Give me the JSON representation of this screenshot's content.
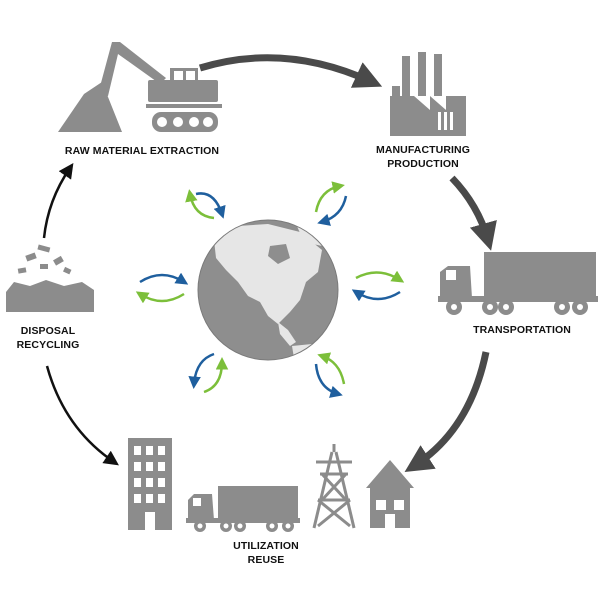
{
  "stages": {
    "raw_material": {
      "line1": "RAW MATERIAL EXTRACTION",
      "icon": "excavator-icon"
    },
    "manufacturing": {
      "line1": "MANUFACTURING",
      "line2": "PRODUCTION",
      "icon": "factory-icon"
    },
    "transportation": {
      "line1": "TRANSPORTATION",
      "icon": "truck-icon"
    },
    "utilization": {
      "line1": "UTILIZATION",
      "line2": "REUSE",
      "icons": [
        "building-icon",
        "truck-icon",
        "power-tower-icon",
        "house-icon"
      ]
    },
    "disposal": {
      "line1": "DISPOSAL",
      "line2": "RECYCLING",
      "icon": "landfill-icon"
    }
  },
  "center": {
    "icon": "globe-icon"
  },
  "colors": {
    "icon_gray": "#8c8c8c",
    "arrow_dark": "#4a4a4a",
    "arrow_black": "#111111",
    "exchange_blue": "#1f5f9e",
    "exchange_green": "#7cbf3a"
  }
}
